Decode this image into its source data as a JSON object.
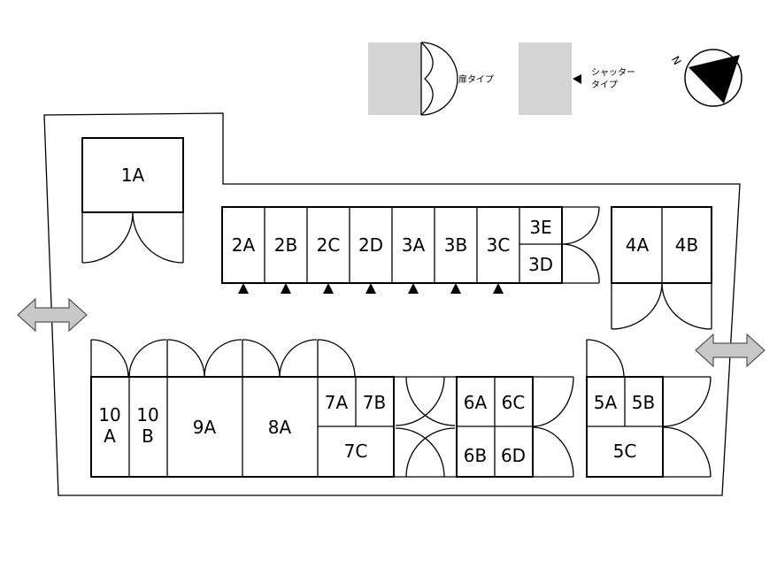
{
  "legend": {
    "door_type": "扉タイプ",
    "shutter_type_line1": "シャッター",
    "shutter_type_line2": "タイプ",
    "shutter_marker": "◀"
  },
  "compass": {
    "north_label": "N",
    "icon": "north-arrow-icon"
  },
  "units": {
    "u1A": "1A",
    "u2A": "2A",
    "u2B": "2B",
    "u2C": "2C",
    "u2D": "2D",
    "u3A": "3A",
    "u3B": "3B",
    "u3C": "3C",
    "u3E": "3E",
    "u3D": "3D",
    "u4A": "4A",
    "u4B": "4B",
    "u10A_1": "10",
    "u10A_2": "A",
    "u10B_1": "10",
    "u10B_2": "B",
    "u9A": "9A",
    "u8A": "8A",
    "u7A": "7A",
    "u7B": "7B",
    "u7C": "7C",
    "u6A": "6A",
    "u6C": "6C",
    "u6B": "6B",
    "u6D": "6D",
    "u5A": "5A",
    "u5B": "5B",
    "u5C": "5C"
  },
  "colors": {
    "legend_fill": "#d4d4d4",
    "entrance_arrow": "#c8c8c8"
  }
}
